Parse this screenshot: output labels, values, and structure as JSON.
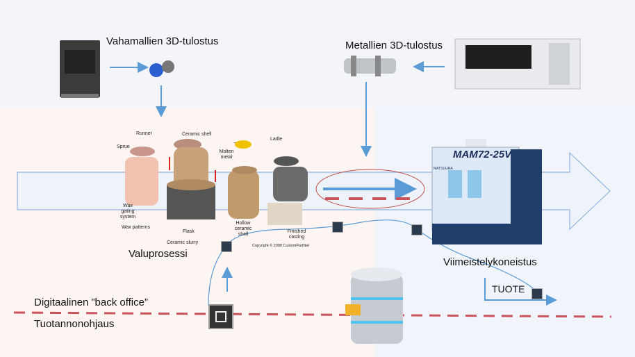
{
  "labels": {
    "wax_printing": "Vahamallien 3D-tulostus",
    "metal_printing": "Metallien 3D-tulostus",
    "casting_process": "Valuprosessi",
    "finishing": "Viimeistelykoneistus",
    "product": "TUOTE",
    "back_office": "Digitaalinen ”back office”",
    "production_control": "Tuotannonohjaus"
  },
  "casting_figure": {
    "runner": "Runner",
    "sprue": "Sprue",
    "ceramic_shell": "Ceramic shell",
    "ladle": "Ladle",
    "molten_metal": "Molten metal",
    "wax_gating_system": "Wax gating system",
    "wax_patterns": "Wax patterns",
    "flask": "Flask",
    "ceramic_slurry": "Ceramic slurry",
    "hollow_ceramic_shell": "Hollow ceramic shell",
    "finished_casting": "Finished casting",
    "copyright": "Copyright © 2008 CustomPartNet"
  },
  "machine": {
    "model": "MAM72-25V",
    "brand": "MATSUURA"
  },
  "colors": {
    "arrow_blue": "#5b9bd5",
    "dash_red": "#c9545c",
    "ellipse": "#c0504d"
  }
}
